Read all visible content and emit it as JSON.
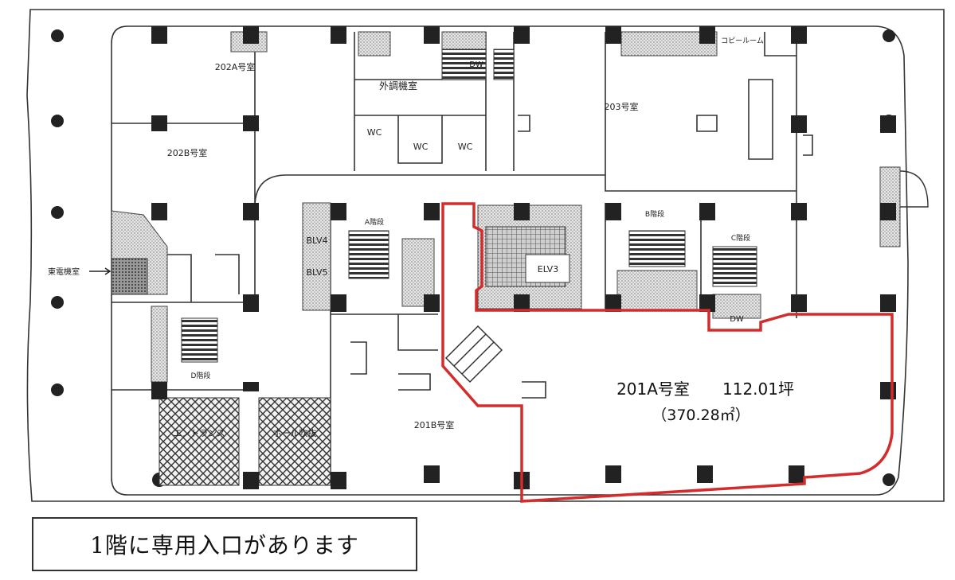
{
  "rooms": {
    "r202a": "202A号室",
    "r202b": "202B号室",
    "r203": "203号室",
    "r201b": "201B号室",
    "outdoor_ac": "外調機室",
    "copy": "コピールーム",
    "elec": "東電機室",
    "wc1": "WC",
    "wc2": "WC",
    "wc3": "WC",
    "dw1": "DW",
    "dw2": "DW",
    "blv4": "BLV4",
    "blv5": "BLV5",
    "elv3": "ELV3",
    "stairs_a": "A階段",
    "stairs_b": "B階段",
    "stairs_c": "C階段",
    "stairs_d": "D階段",
    "entrance": "エントランス",
    "hall": "ホール吹抜"
  },
  "highlight": {
    "name": "201A号室",
    "area_tsubo": "112.01坪",
    "area_m2": "（370.28㎡）",
    "color": "#d42b2b"
  },
  "notice": "1階に専用入口があります"
}
